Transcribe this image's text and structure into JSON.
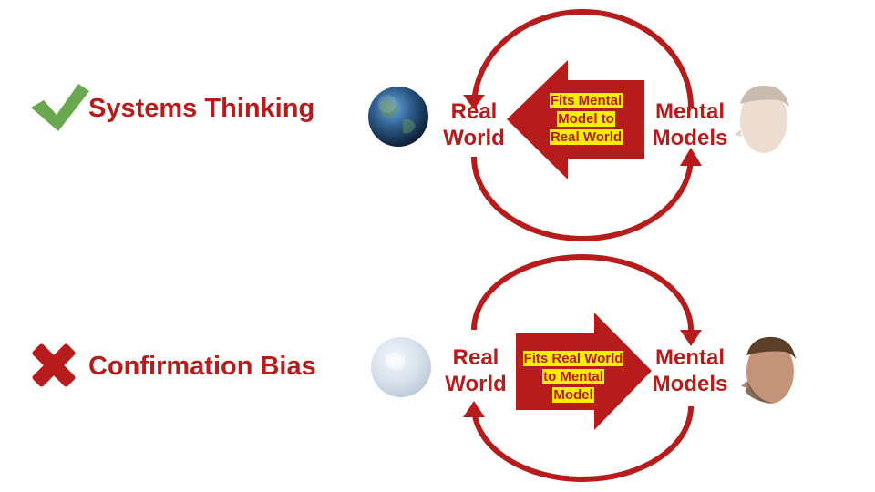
{
  "colors": {
    "accent": "#b71c1c",
    "check": "#6aa84f",
    "highlight": "#ffee00"
  },
  "rows": [
    {
      "status_icon": "check-icon",
      "label": "Systems Thinking",
      "left_node": [
        "Real",
        "World"
      ],
      "right_node": [
        "Mental",
        "Models"
      ],
      "arrow_direction": "left",
      "arrow_lines": [
        "Fits Mental",
        "Model to",
        "Real World"
      ]
    },
    {
      "status_icon": "cross-icon",
      "label": "Confirmation Bias",
      "left_node": [
        "Real",
        "World"
      ],
      "right_node": [
        "Mental",
        "Models"
      ],
      "arrow_direction": "right",
      "arrow_lines": [
        "Fits Real World",
        "to Mental",
        "Model"
      ]
    }
  ]
}
